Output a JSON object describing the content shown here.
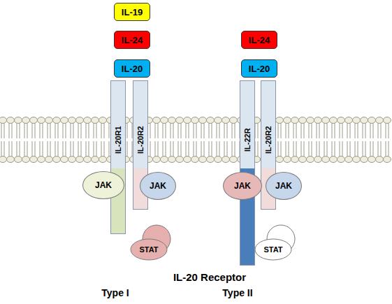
{
  "diagram": {
    "nodes": [
      {
        "text": [
          "IL-19"
        ]
      },
      {
        "text": [
          "IL-24"
        ]
      },
      {
        "text": [
          "IL-24"
        ]
      },
      {
        "text": [
          "IL-20"
        ]
      },
      {
        "text": [
          "IL-20"
        ]
      },
      {
        "text": [
          "IL-20R1"
        ]
      },
      {
        "text": [
          "IL-20R2"
        ]
      },
      {
        "text": [
          "IL-22R"
        ]
      },
      {
        "text": [
          "IL-20R2"
        ]
      },
      {
        "text": [
          "JAK"
        ]
      },
      {
        "text": [
          "JAK"
        ]
      },
      {
        "text": [
          "JAK"
        ]
      },
      {
        "text": [
          "JAK"
        ]
      },
      {
        "text": [
          "STAT"
        ]
      },
      {
        "text": [
          "STAT"
        ]
      }
    ],
    "labels": [
      "IL-20 Receptor",
      "Type I",
      "Type II"
    ]
  }
}
